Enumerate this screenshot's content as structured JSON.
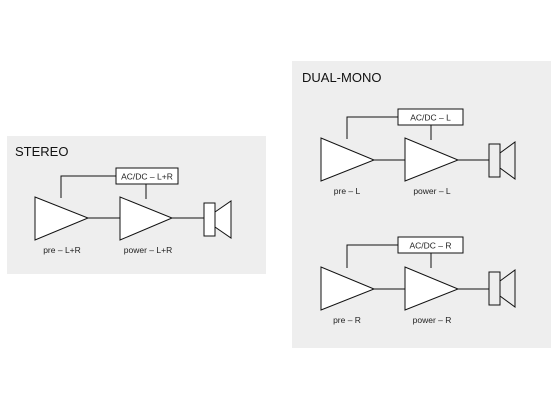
{
  "stereo": {
    "title": "STEREO",
    "pre_label": "pre – L+R",
    "power_label": "power – L+R",
    "supply_label": "AC/DC – L+R",
    "speaker_color": "#ffffff"
  },
  "dual_mono": {
    "title": "DUAL-MONO",
    "left": {
      "pre_label": "pre – L",
      "power_label": "power – L",
      "supply_label": "AC/DC – L"
    },
    "right": {
      "pre_label": "pre – R",
      "power_label": "power – R",
      "supply_label": "AC/DC – R"
    },
    "speaker_color": "#f3c46b"
  },
  "colors": {
    "panel_bg": "#eeeeee",
    "stroke": "#111111"
  }
}
